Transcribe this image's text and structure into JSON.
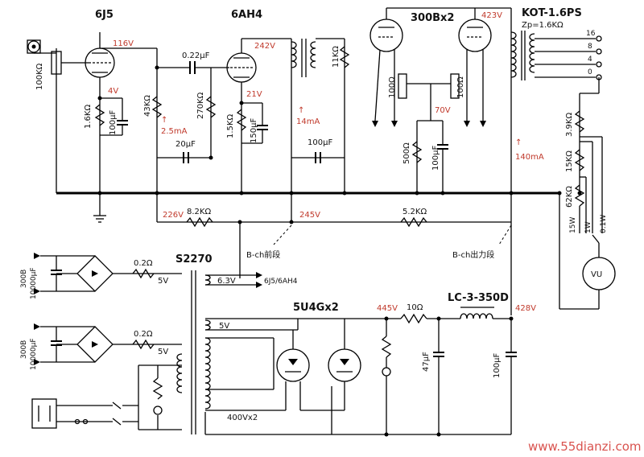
{
  "tubes": {
    "v1": "6J5",
    "v2": "6AH4",
    "v3": "300Bx2",
    "rect": "5U4Gx2"
  },
  "output_transformer": {
    "name": "KOT-1.6PS",
    "impedance": "Zp=1.6KΩ",
    "taps": [
      "16",
      "8",
      "4",
      "0"
    ]
  },
  "power_transformer": "S2270",
  "choke": "LC-3-350D",
  "voltages": {
    "v1_plate": "116V",
    "v1_cathode": "4V",
    "v2_plate": "242V",
    "v2_cathode": "21V",
    "v3_plate": "423V",
    "v3_cathode": "70V",
    "bplus1": "226V",
    "bplus2": "245V",
    "rect_out": "445V",
    "choke_out": "428V"
  },
  "currents": {
    "v1": "2.5mA",
    "v2": "14mA",
    "v3": "140mA"
  },
  "components": {
    "vol": "100KΩ",
    "rk1": "1.6KΩ",
    "ck1": "100μF",
    "rp1": "43KΩ",
    "cc": "0.22μF",
    "rg2": "270KΩ",
    "rk2": "1.5KΩ",
    "ck2": "150μF",
    "cdec1": "20μF",
    "rp2": "11KΩ",
    "cdec2": "100μF",
    "rg3a": "100Ω",
    "rg3b": "100Ω",
    "rk3": "500Ω",
    "ck3": "100μF",
    "rdrop1": "8.2KΩ",
    "rdrop2": "5.2KΩ",
    "vu1": "3.9KΩ",
    "vu2": "15KΩ",
    "vu3": "62KΩ",
    "range1": "15W",
    "range2": "1W",
    "range3": "0.1W",
    "vu": "VU",
    "rf1": "0.2Ω",
    "rf2": "0.2Ω",
    "cf1": "300B\n10000μF",
    "cf1a": "300B",
    "cf1b": "10000μF",
    "cf2a": "300B",
    "cf2b": "10000μF",
    "rsr": "10Ω",
    "c47": "47μF",
    "c100": "100μF"
  },
  "windings": {
    "fil1": "5V",
    "fil2": "5V",
    "heater": "6.3V",
    "heater_to": "6J5/6AH4",
    "rect_fil": "5V",
    "hv": "400Vx2"
  },
  "notes": {
    "bch_front": "B-ch前段",
    "bch_out": "B-ch出力段"
  },
  "watermark": "www.55dianzi.com",
  "colors": {
    "ink": "#000000",
    "annot": "#c0392b",
    "watermark": "#d9534f"
  }
}
